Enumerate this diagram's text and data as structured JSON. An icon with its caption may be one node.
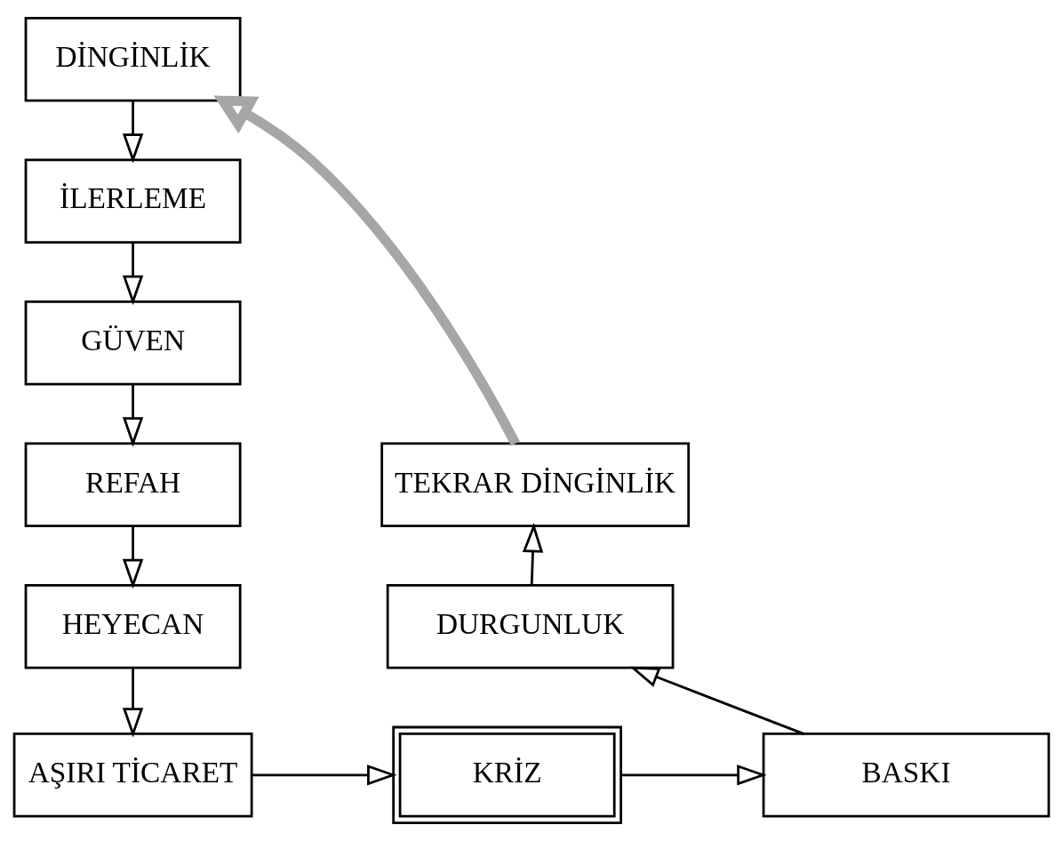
{
  "diagram": {
    "nodes": [
      {
        "text": [
          "DİNGİNLİK"
        ]
      },
      {
        "text": [
          "İLERLEME"
        ]
      },
      {
        "text": [
          "GÜVEN"
        ]
      },
      {
        "text": [
          "REFAH"
        ]
      },
      {
        "text": [
          "HEYECAN"
        ]
      },
      {
        "text": [
          "AŞIRI TİCARET"
        ]
      },
      {
        "text": [
          "KRİZ"
        ]
      },
      {
        "text": [
          "BASKI"
        ]
      },
      {
        "text": [
          "DURGUNLUK"
        ]
      },
      {
        "text": [
          "TEKRAR DİNGİNLİK"
        ]
      }
    ],
    "edges": [
      {
        "from": 0,
        "to": 1,
        "arrow": "to"
      },
      {
        "from": 1,
        "to": 2,
        "arrow": "to"
      },
      {
        "from": 2,
        "to": 3,
        "arrow": "to"
      },
      {
        "from": 3,
        "to": 4,
        "arrow": "to"
      },
      {
        "from": 4,
        "to": 5,
        "arrow": "to"
      },
      {
        "from": 5,
        "to": 6,
        "arrow": "to"
      },
      {
        "from": 6,
        "to": 7,
        "arrow": "to"
      },
      {
        "from": 7,
        "to": 8,
        "arrow": "to"
      },
      {
        "from": 8,
        "to": 9,
        "arrow": "to"
      },
      {
        "from": 9,
        "to": 0,
        "arrow": "to",
        "style": "thick",
        "color": "#a6a6a6"
      }
    ]
  }
}
